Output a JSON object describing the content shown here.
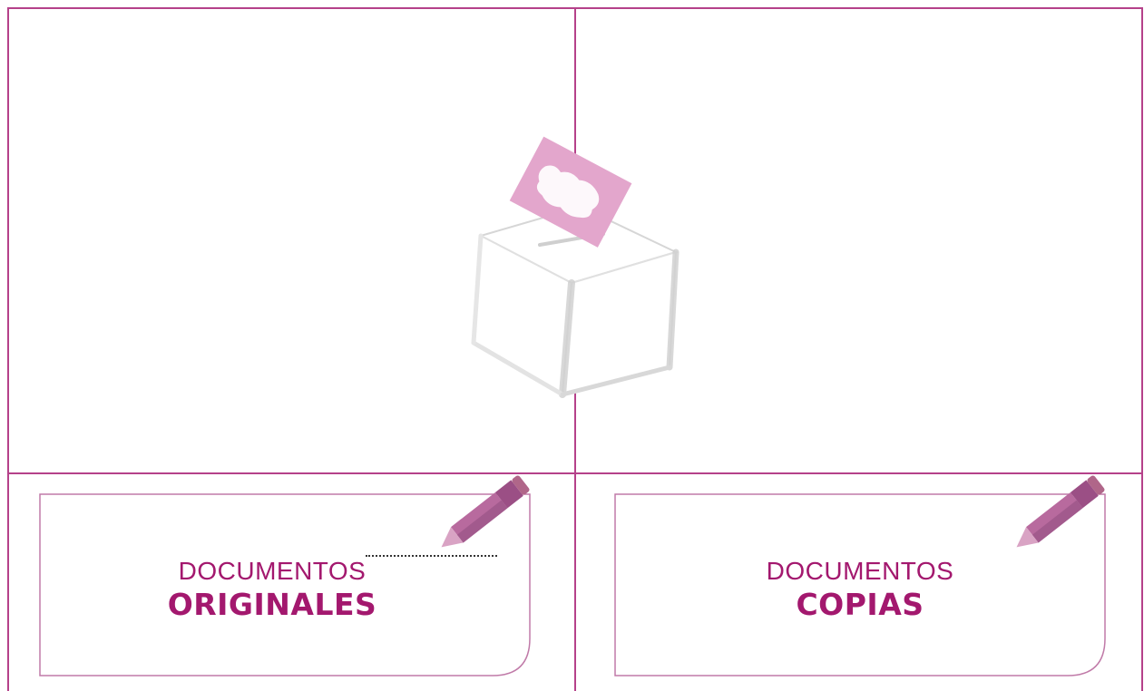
{
  "panels": [
    {
      "id": "originales",
      "line1": "DOCUMENTOS",
      "line2": "ORIGINALES"
    },
    {
      "id": "copias",
      "line1": "DOCUMENTOS",
      "line2": "COPIAS"
    }
  ],
  "colors": {
    "frame": "#b5418a",
    "text": "#a3186e",
    "pencil_body": "#b86a9e",
    "pencil_dark": "#9b4f85",
    "pencil_tip": "#d9a3c4",
    "ballot_paper": "#e3a6cc",
    "ballot_box_shadow": "#c8c8c8"
  },
  "icons": {
    "ballot": "ballot-box-icon",
    "pencil": "pencil-icon"
  }
}
